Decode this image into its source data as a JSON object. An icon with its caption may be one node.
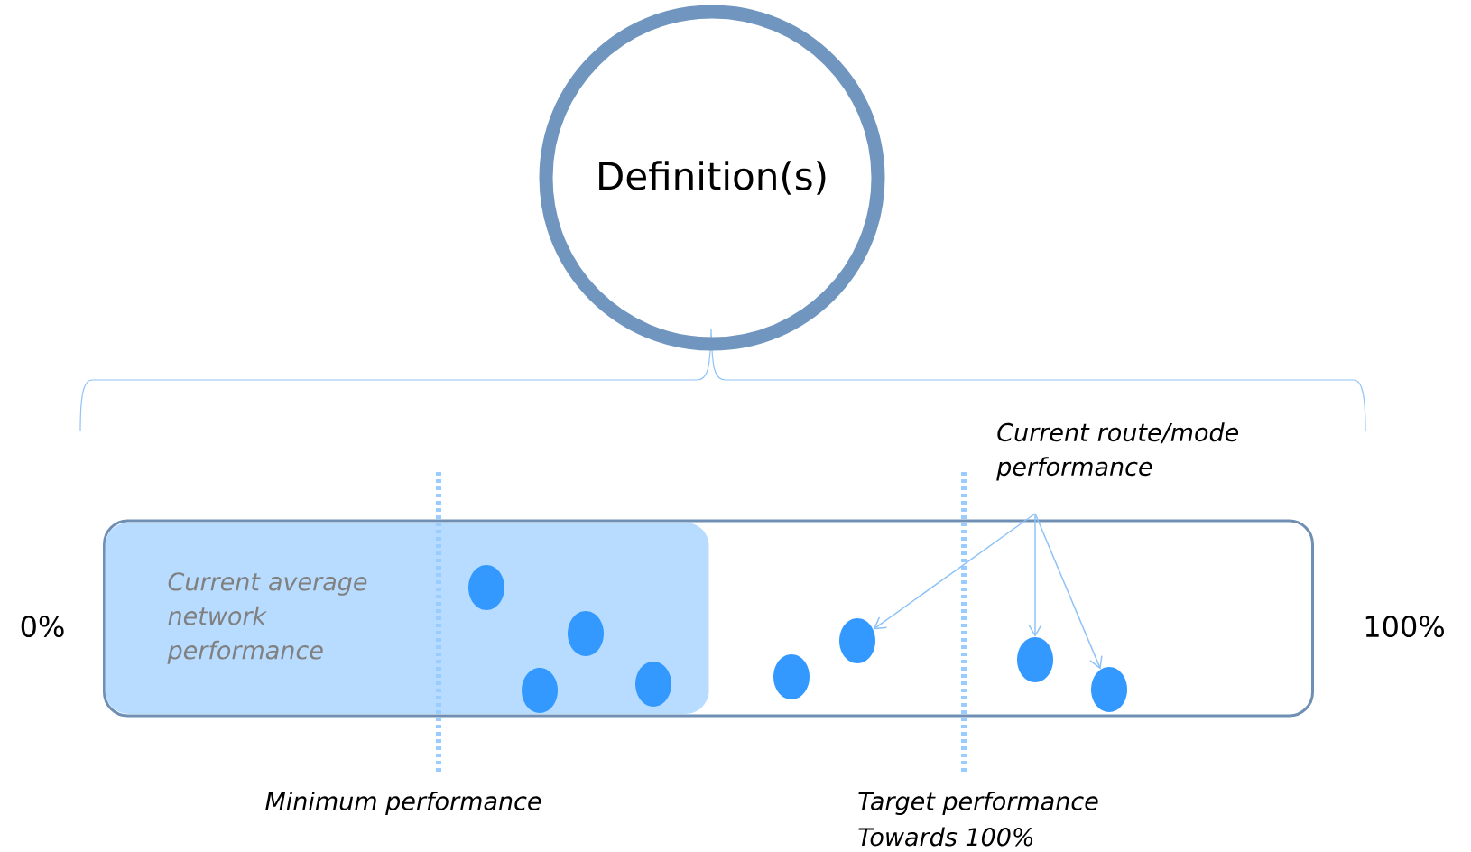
{
  "diagram": {
    "nodes": [
      {
        "text": [
          "Definition(s)"
        ]
      },
      {
        "text": [],
        "shape": "box"
      },
      {
        "text": [
          "Current average network performance"
        ],
        "in": 1
      },
      {
        "text": [
          "Current route/mode performance"
        ]
      },
      {
        "text": [],
        "shape": "circle",
        "in": 2
      },
      {
        "text": [],
        "shape": "circle",
        "in": 2
      },
      {
        "text": [],
        "shape": "circle",
        "in": 2
      },
      {
        "text": [],
        "shape": "circle",
        "in": 2
      },
      {
        "text": [],
        "shape": "circle",
        "in": 1
      },
      {
        "text": [],
        "shape": "circle",
        "in": 1
      },
      {
        "text": [],
        "shape": "circle",
        "in": 1
      },
      {
        "text": [],
        "shape": "circle",
        "in": 1
      }
    ],
    "edges": [
      {
        "from": 3,
        "to": 9,
        "arrow": "to"
      },
      {
        "from": 3,
        "to": 10,
        "arrow": "to"
      },
      {
        "from": 3,
        "to": 11,
        "arrow": "to"
      }
    ],
    "labels": [
      "0%",
      "100%",
      "Minimum performance",
      "Target performance",
      "Towards 100%"
    ]
  }
}
